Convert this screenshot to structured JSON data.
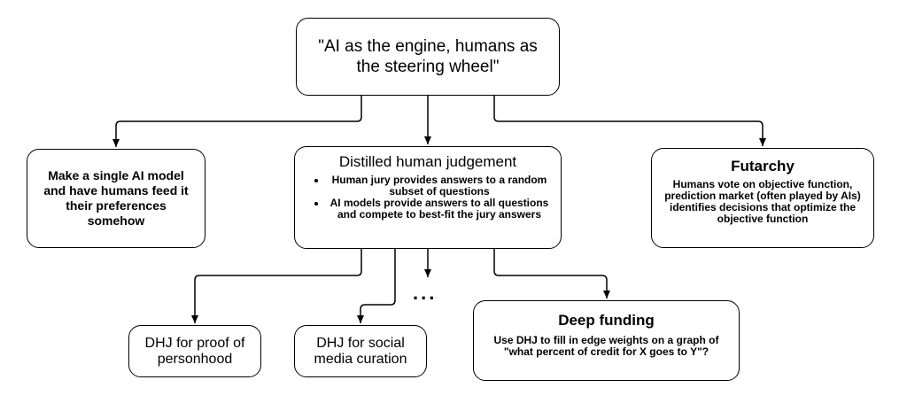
{
  "root": {
    "label": "\"AI as the engine, humans as the steering wheel\""
  },
  "single_model": {
    "label": "Make a single AI model and have humans feed it their preferences somehow"
  },
  "distilled": {
    "title": "Distilled human judgement",
    "bullets": [
      "Human jury provides answers to a random subset of questions",
      "AI models provide answers to all questions and compete to best-fit the jury answers"
    ]
  },
  "futarchy": {
    "title": "Futarchy",
    "desc": "Humans vote on objective function, prediction market (often played by AIs) identifies decisions that optimize the objective function"
  },
  "proof": {
    "label": "DHJ for proof of personhood"
  },
  "social": {
    "label": "DHJ for social media curation"
  },
  "ellipsis": "...",
  "deep_funding": {
    "title": "Deep funding",
    "desc": "Use DHJ to fill in edge weights on a graph of \"what percent of credit for X goes to Y\"?"
  }
}
